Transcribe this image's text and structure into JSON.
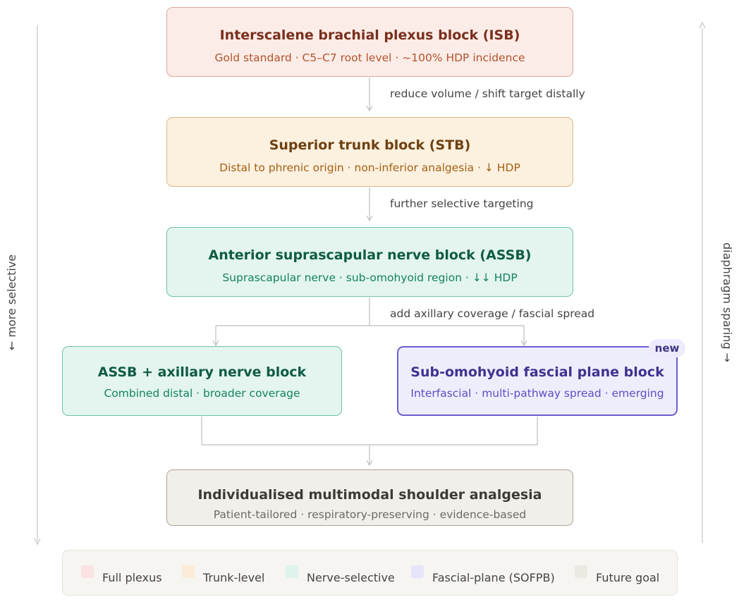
{
  "side_labels": {
    "left": "← more selective",
    "right": "diaphragm sparing →"
  },
  "boxes": {
    "isb": {
      "title": "Interscalene brachial plexus block (ISB)",
      "subtitle": "Gold standard · C5–C7 root level · ~100% HDP incidence"
    },
    "stb": {
      "title": "Superior trunk block (STB)",
      "subtitle": "Distal to phrenic origin · non-inferior analgesia · ↓ HDP"
    },
    "assb": {
      "title": "Anterior suprascapular nerve block (ASSB)",
      "subtitle": "Suprascapular nerve · sub-omohyoid region · ↓↓ HDP"
    },
    "axn": {
      "title": "ASSB + axillary nerve block",
      "subtitle": "Combined distal · broader coverage"
    },
    "sofpb": {
      "title": "Sub-omohyoid fascial plane block",
      "subtitle": "Interfascial · multi-pathway spread · emerging",
      "badge": "new"
    },
    "goal": {
      "title": "Individualised multimodal shoulder analgesia",
      "subtitle": "Patient-tailored · respiratory-preserving · evidence-based"
    }
  },
  "edges": {
    "isb_stb": "reduce volume / shift target distally",
    "stb_assb": "further selective targeting",
    "assb_split": "add axillary coverage / fascial spread"
  },
  "legend": [
    {
      "label": "Full plexus",
      "color": "#fbe3e3"
    },
    {
      "label": "Trunk-level",
      "color": "#fcebd8"
    },
    {
      "label": "Nerve-selective",
      "color": "#dff3ec"
    },
    {
      "label": "Fascial-plane (SOFPB)",
      "color": "#e6e4fb"
    },
    {
      "label": "Future goal",
      "color": "#ece9e3"
    }
  ]
}
